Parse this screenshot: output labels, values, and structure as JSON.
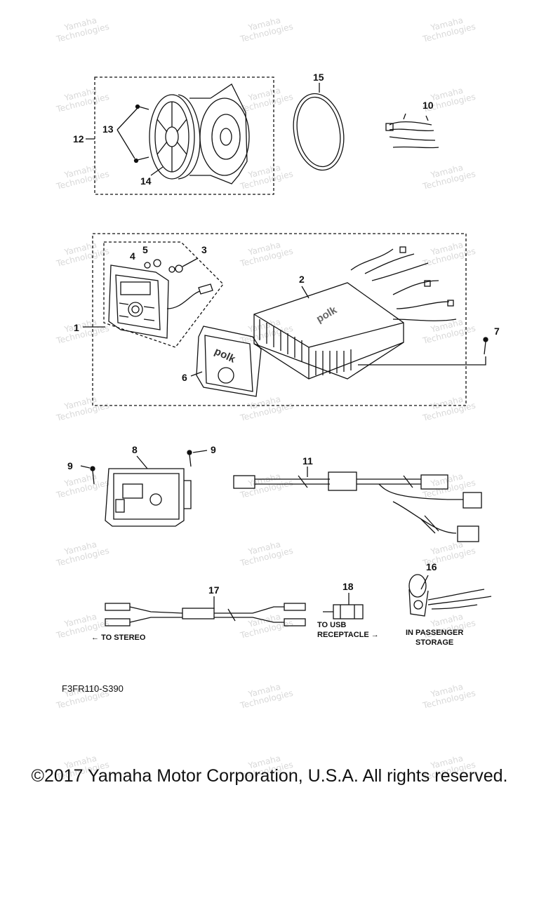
{
  "watermark": "Yamaha\nTechnologies",
  "callouts": {
    "c1": "1",
    "c2": "2",
    "c3": "3",
    "c4": "4",
    "c5": "5",
    "c6": "6",
    "c7": "7",
    "c8": "8",
    "c9a": "9",
    "c9b": "9",
    "c10": "10",
    "c11": "11",
    "c12": "12",
    "c13": "13",
    "c14": "14",
    "c15": "15",
    "c16": "16",
    "c17": "17",
    "c18": "18"
  },
  "notes": {
    "to_stereo": "TO STEREO",
    "to_usb": "TO USB\nRECEPTACLE",
    "passenger": "IN PASSENGER\nSTORAGE"
  },
  "brand": "polk",
  "diagram_code": "F3FR110-S390",
  "copyright": "©2017 Yamaha Motor Corporation, U.S.A. All rights reserved."
}
